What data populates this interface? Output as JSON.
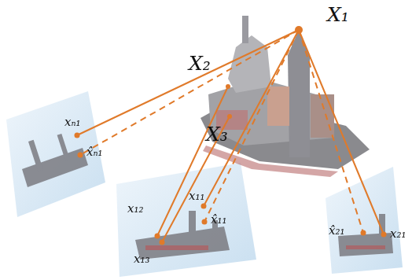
{
  "diagram": {
    "labels": [
      "X₁",
      "X₂",
      "X₃",
      "xₙ₁",
      "x̂ₙ₁",
      "x₁₂",
      "x₁₁",
      "x̂₁₁",
      "x₁₃",
      "x̂₂₁",
      "x₂₁"
    ]
  }
}
